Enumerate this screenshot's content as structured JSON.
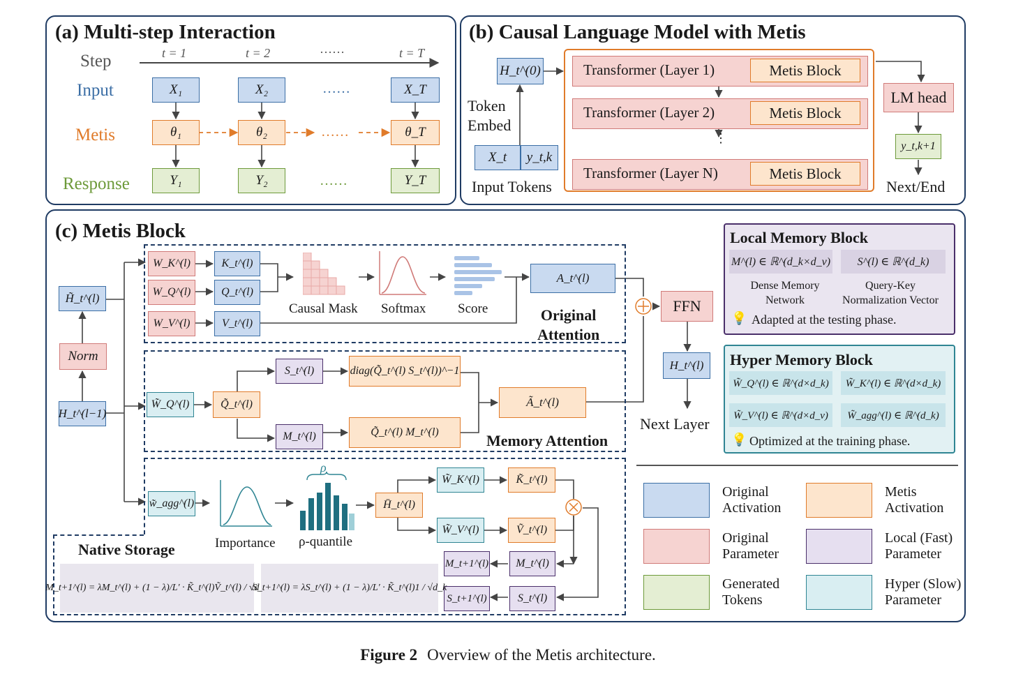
{
  "panels": {
    "a_title": "(a) Multi-step Interaction",
    "b_title": "(b) Causal Language Model with Metis",
    "c_title": "(c) Metis Block"
  },
  "a": {
    "row_step": "Step",
    "row_input": "Input",
    "row_metis": "Metis",
    "row_response": "Response",
    "t1": "t = 1",
    "t2": "t = 2",
    "tdots": "……",
    "tT": "t = T",
    "x1": "X₁",
    "x2": "X₂",
    "xT": "X_T",
    "th1": "θ₁",
    "th2": "θ₂",
    "thT": "θ_T",
    "y1": "Y₁",
    "y2": "Y₂",
    "yT": "Y_T",
    "dots": "……"
  },
  "b": {
    "h0": "H_t^(0)",
    "token_embed": "Token\nEmbed",
    "xt": "X_t",
    "ytk": "y_t,k",
    "input_tokens": "Input Tokens",
    "layer1": "Transformer (Layer 1)",
    "layer2": "Transformer (Layer 2)",
    "layerN": "Transformer (Layer N)",
    "metis_block": "Metis Block",
    "vdots": "⋮",
    "lm_head": "LM head",
    "ytk1": "y_t,k+1",
    "next_end": "Next/End"
  },
  "c": {
    "norm": "Norm",
    "h_prev": "H_t^(l−1)",
    "h_tilde": "H̃_t^(l)",
    "wk": "W_K^(l)",
    "wq": "W_Q^(l)",
    "wv": "W_V^(l)",
    "kt": "K_t^(l)",
    "qt": "Q_t^(l)",
    "vt": "V_t^(l)",
    "causal_mask": "Causal Mask",
    "softmax": "Softmax",
    "score": "Score",
    "at": "A_t^(l)",
    "original_attention": "Original\nAttention",
    "wq_tilde": "W̃_Q^(l)",
    "q_tilde": "Q̃_t^(l)",
    "s_t": "S_t^(l)",
    "m_t": "M_t^(l)",
    "diag": "diag(Q̃_t^(l) S_t^(l))^−1",
    "qm": "Q̃_t^(l) M_t^(l)",
    "a_tilde": "Ã_t^(l)",
    "memory_attention": "Memory Attention",
    "ffn": "FFN",
    "h_out": "H_t^(l)",
    "next_layer": "Next Layer",
    "w_agg": "w̃_agg^(l)",
    "importance": "Importance",
    "rho": "ρ",
    "rho_quantile": "ρ-quantile",
    "h_bar": "H̄_t^(l)",
    "wk_tilde": "W̃_K^(l)",
    "wv_tilde": "W̃_V^(l)",
    "k_tilde": "K̃_t^(l)",
    "v_tilde": "Ṽ_t^(l)",
    "m_next": "M_t+1^(l)",
    "s_next": "S_t+1^(l)",
    "m_cur": "M_t^(l)",
    "s_cur": "S_t^(l)",
    "native_storage": "Native Storage",
    "eq_m": "M_t+1^(l) = λM_t^(l) + (1 − λ)/L′ · K̃_t^(l)Ṽ_t^(l) / √d_k",
    "eq_s": "S_t+1^(l) = λS_t^(l) + (1 − λ)/L′ · K̃_t^(l)1 / √d_k"
  },
  "local_memory": {
    "title": "Local Memory Block",
    "m_dim": "M^(l) ∈ ℝ^(d_k×d_v)",
    "s_dim": "S^(l) ∈ ℝ^(d_k)",
    "m_desc": "Dense Memory\nNetwork",
    "s_desc": "Query-Key\nNormalization Vector",
    "note": "Adapted at the testing phase."
  },
  "hyper_memory": {
    "title": "Hyper Memory Block",
    "wq": "W̃_Q^(l) ∈ ℝ^(d×d_k)",
    "wk": "W̃_K^(l) ∈ ℝ^(d×d_k)",
    "wv": "W̃_V^(l) ∈ ℝ^(d×d_v)",
    "wagg": "W̃_agg^(l) ∈ ℝ^(d_k)",
    "note": "Optimized at the training phase."
  },
  "legend": [
    {
      "label": "Original\nActivation",
      "color": "#c9daf0"
    },
    {
      "label": "Metis\nActivation",
      "color": "#fde5cd"
    },
    {
      "label": "Original\nParameter",
      "color": "#f6d3d1"
    },
    {
      "label": "Local (Fast)\nParameter",
      "color": "#e6dff0"
    },
    {
      "label": "Generated\nTokens",
      "color": "#e4eed3"
    },
    {
      "label": "Hyper (Slow)\nParameter",
      "color": "#d9eef2"
    }
  ],
  "caption": {
    "fig": "Figure 2",
    "text": "Overview of the Metis architecture."
  },
  "colors": {
    "panel_border": "#1f3b63",
    "activation": "#3b6ea5",
    "metis": "#e07b2a",
    "generated": "#6d9a3a",
    "original_param": "#d07a78",
    "local_param": "#4a2f6a",
    "hyper_param": "#2f8593"
  }
}
